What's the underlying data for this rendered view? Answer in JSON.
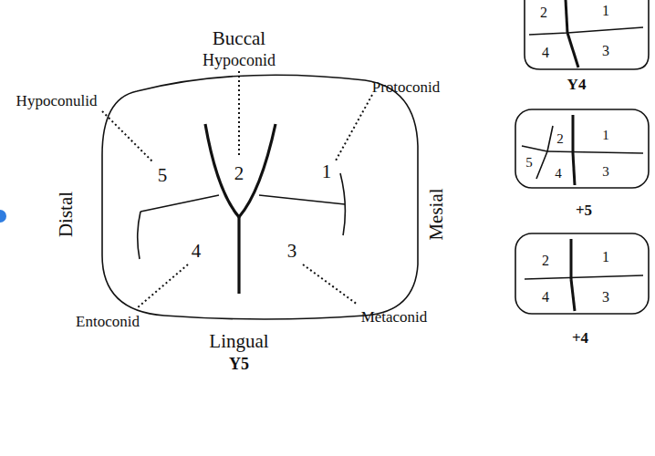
{
  "diagram": {
    "labels": [
      "Buccal",
      "Hypoconid",
      "Protoconid",
      "Hypoconulid",
      "Distal",
      "Mesial",
      "5",
      "2",
      "1",
      "4",
      "3",
      "Entoconid",
      "Metaconid",
      "Lingual",
      "Y5",
      "2",
      "1",
      "4",
      "3",
      "Y4",
      "5",
      "2",
      "1",
      "4",
      "3",
      "+5",
      "2",
      "1",
      "4",
      "3",
      "+4"
    ]
  }
}
